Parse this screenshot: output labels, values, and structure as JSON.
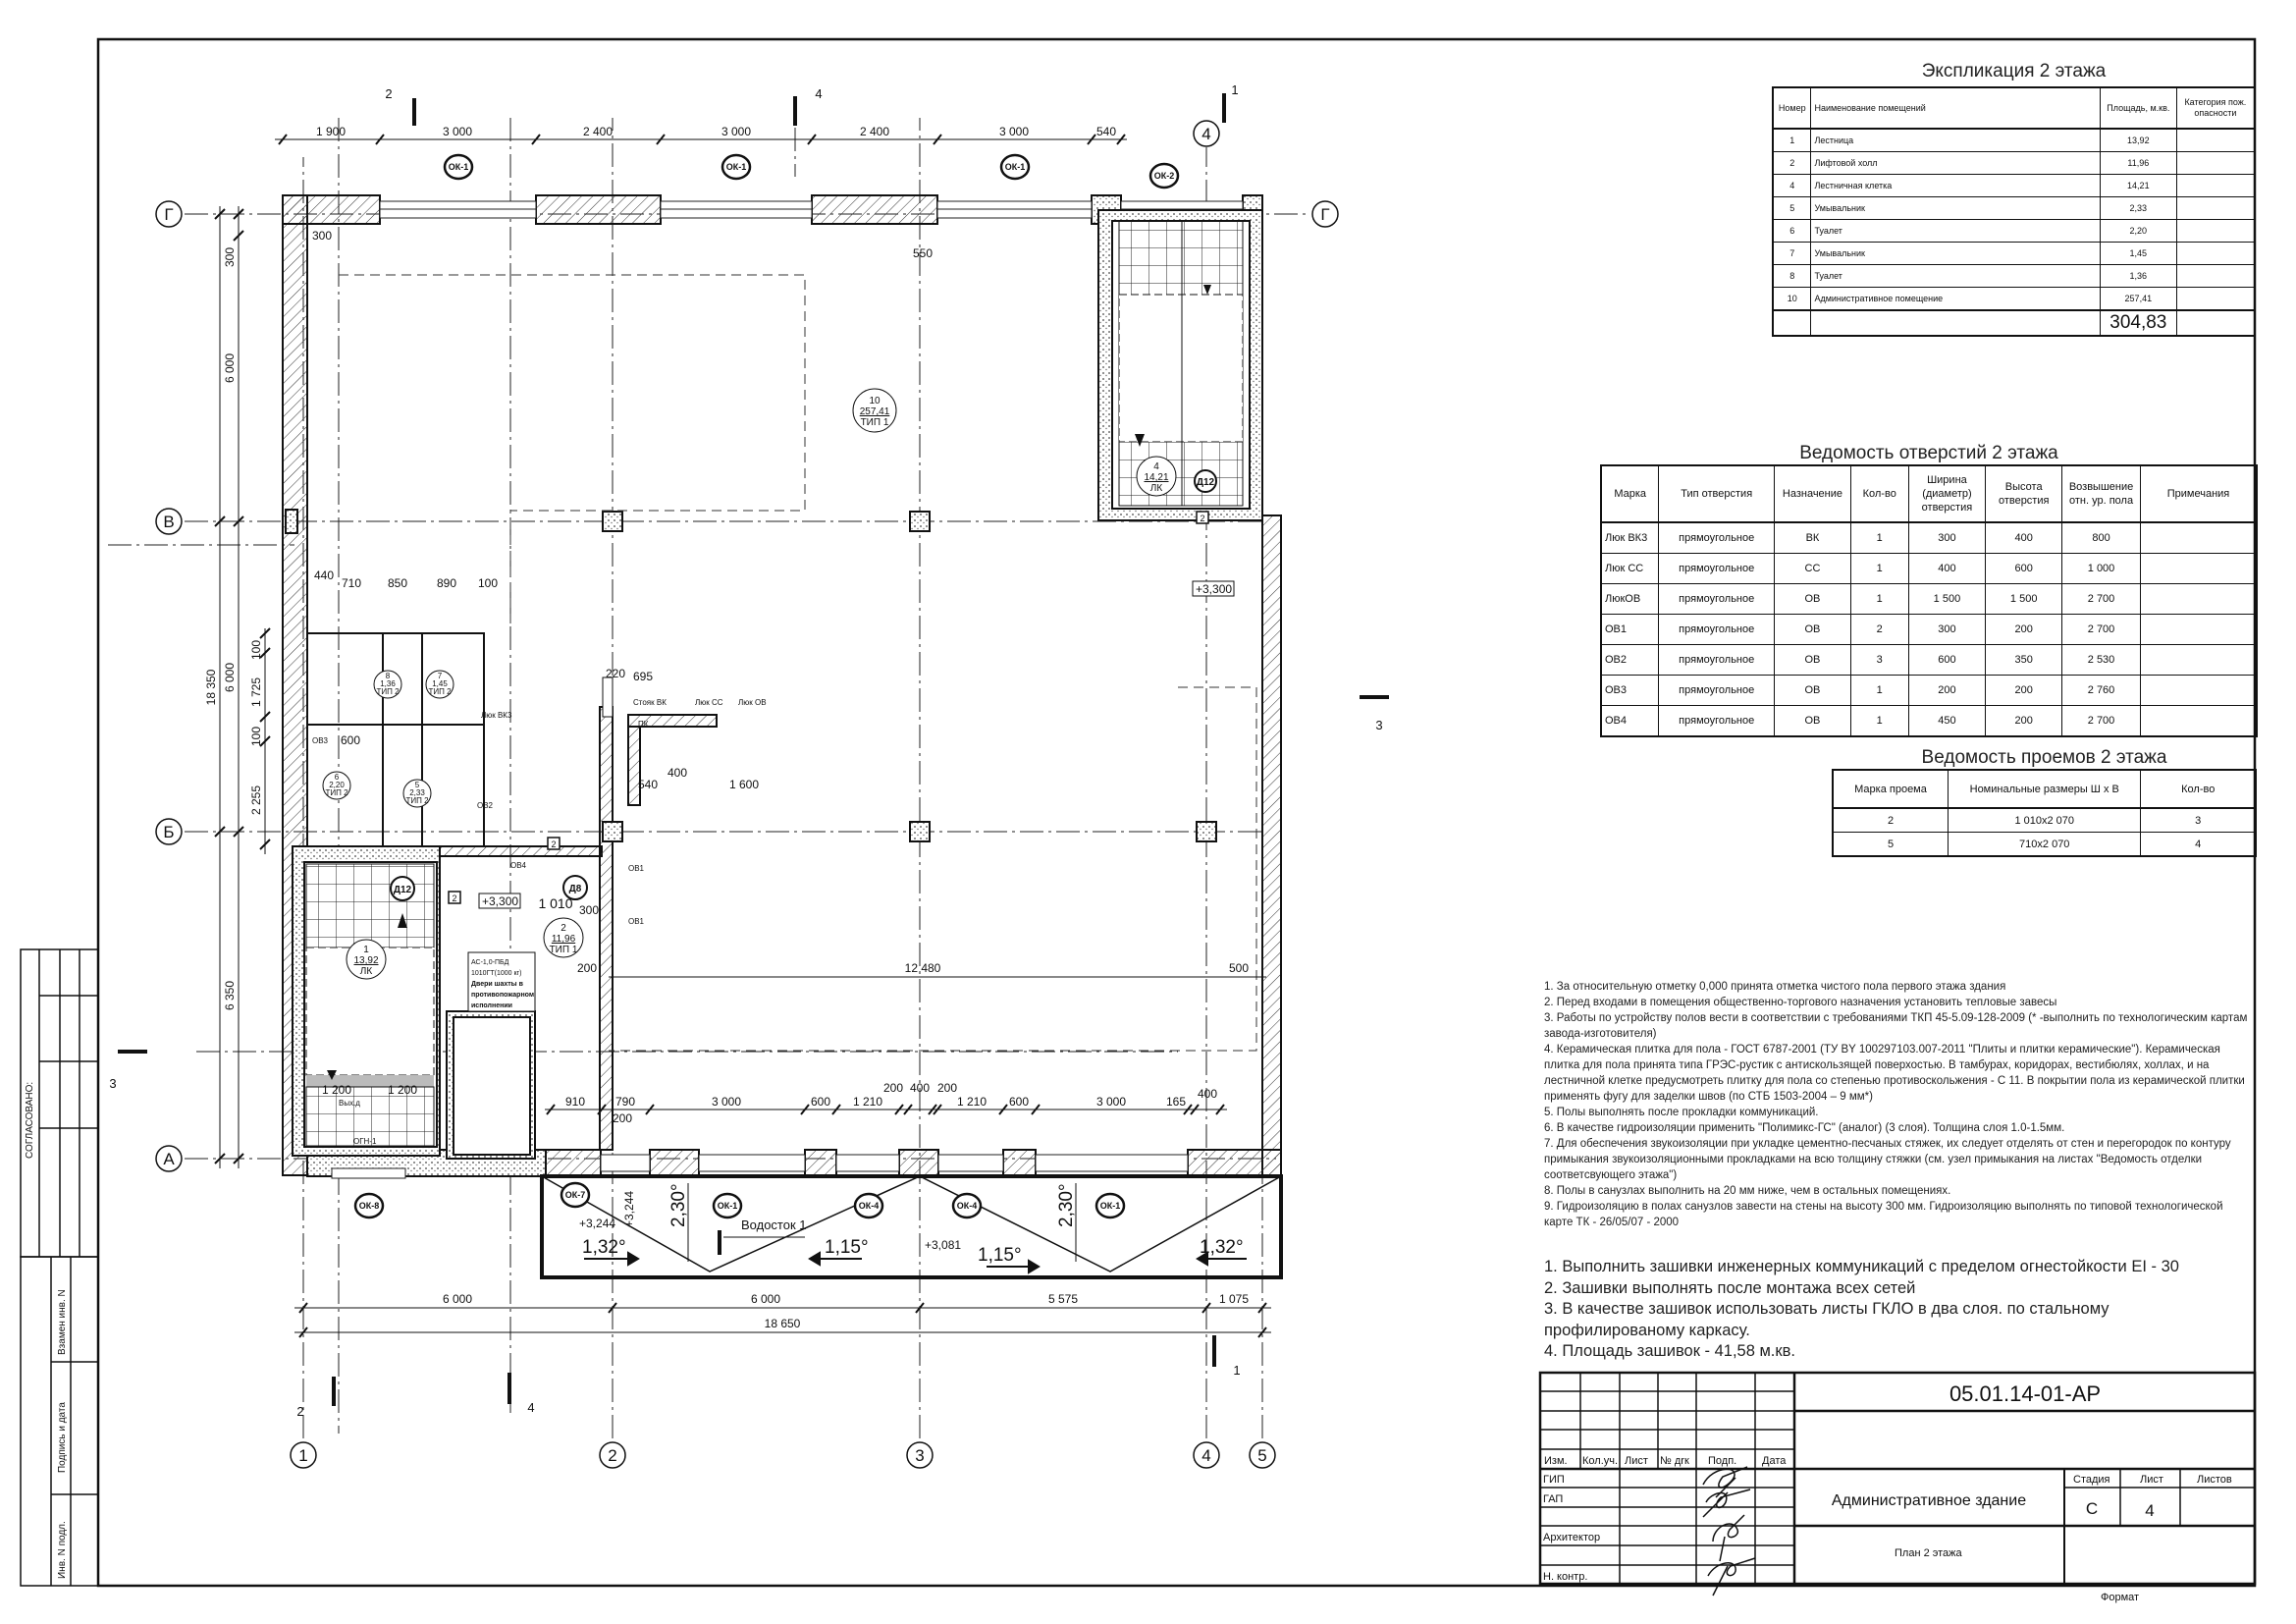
{
  "explication": {
    "title": "Экспликация 2  этажа",
    "headers": [
      "Номер",
      "Наименование помещений",
      "Площадь, м.кв.",
      "Категория пож. опасности"
    ],
    "rows": [
      [
        "1",
        "Лестница",
        "13,92",
        ""
      ],
      [
        "2",
        "Лифтовой холл",
        "11,96",
        ""
      ],
      [
        "4",
        "Лестничная клетка",
        "14,21",
        ""
      ],
      [
        "5",
        "Умывальник",
        "2,33",
        ""
      ],
      [
        "6",
        "Туалет",
        "2,20",
        ""
      ],
      [
        "7",
        "Умывальник",
        "1,45",
        ""
      ],
      [
        "8",
        "Туалет",
        "1,36",
        ""
      ],
      [
        "10",
        "Административное помещение",
        "257,41",
        ""
      ]
    ],
    "total": "304,83"
  },
  "openings": {
    "title": "Ведомость отверстий 2 этажа",
    "headers": [
      "Марка",
      "Тип отверстия",
      "Назначение",
      "Кол-во",
      "Ширина (диаметр) отверстия",
      "Высота отверстия",
      "Возвышение отн. ур. пола",
      "Примечания"
    ],
    "rows": [
      [
        "Люк ВК3",
        "прямоугольное",
        "ВК",
        "1",
        "300",
        "400",
        "800",
        ""
      ],
      [
        "Люк СС",
        "прямоугольное",
        "СС",
        "1",
        "400",
        "600",
        "1 000",
        ""
      ],
      [
        "ЛюкОВ",
        "прямоугольное",
        "ОВ",
        "1",
        "1 500",
        "1 500",
        "2 700",
        ""
      ],
      [
        "ОВ1",
        "прямоугольное",
        "ОВ",
        "2",
        "300",
        "200",
        "2 700",
        ""
      ],
      [
        "ОВ2",
        "прямоугольное",
        "ОВ",
        "3",
        "600",
        "350",
        "2 530",
        ""
      ],
      [
        "ОВ3",
        "прямоугольное",
        "ОВ",
        "1",
        "200",
        "200",
        "2 760",
        ""
      ],
      [
        "ОВ4",
        "прямоугольное",
        "ОВ",
        "1",
        "450",
        "200",
        "2 700",
        ""
      ]
    ]
  },
  "doors": {
    "title": "Ведомость проемов 2 этажа",
    "headers": [
      "Марка проема",
      "Номинальные размеры  Ш х В",
      "Кол-во"
    ],
    "rows": [
      [
        "2",
        "1 010х2 070",
        "3"
      ],
      [
        "5",
        "710х2 070",
        "4"
      ]
    ]
  },
  "notes": [
    "1.   За относительную отметку  0,000 принята отметка чистого пола первого этажа здания",
    "2. Перед входами в помещения общественно-торгового назначения установить тепловые завесы",
    "3. Работы по устройству полов вести в соответствии с требованиями ТКП 45-5.09-128-2009  (* -выполнить по технологическим картам завода-изготовителя)",
    "4. Керамическая плитка для пола - ГОСТ 6787-2001 (ТУ BY 100297103.007-2011 \"Плиты и плитки керамические\"). Керамическая плитка для пола принята типа ГРЭС-рустик с антискользящей поверхостью. В тамбурах, коридорах, вестибюлях, холлах, и на лестничной клетке предусмотреть плитку для пола со степенью противоскольжения - С 11. В покрытии пола из керамической плитки применять фугу для заделки швов (по СТБ 1503-2004 – 9 мм*)",
    "5. Полы выполнять после прокладки коммуникаций.",
    "6. В качестве гидроизоляции применить \"Полимикс-ГС\" (аналог) (3 слоя). Толщина слоя 1.0-1.5мм.",
    "7. Для обеспечения звукоизоляции при укладке цементно-песчаных стяжек, их следует отделять от стен и перегородок по контуру примыкания  звукоизоляционными прокладками на всю толщину стяжки  (см. узел примыкания на листах \"Ведомость отделки соответсвующего этажа\")",
    "8. Полы в санузлах  выполнить на 20 мм ниже, чем в остальных помещениях.",
    "9. Гидроизоляцию в полах санузлов завести на стены на высоту 300 мм.  Гидроизоляцию выполнять по типовой технологической карте ТК - 26/05/07 - 2000"
  ],
  "notes2": [
    "1. Выполнить зашивки инженерных коммуникаций с пределом огнестойкости  EI - 30",
    "2. Зашивки выполнять после монтажа всех сетей",
    "3. В качестве зашивок использовать листы ГКЛО в два слоя. по стальному профилированому каркасу.",
    "4. Площадь зашивок - 41,58 м.кв."
  ],
  "title_block": {
    "code": "05.01.14-01-АР",
    "building": "Административное здание",
    "sheet_name": "План 2 этажа",
    "col_headers": [
      "Изм.",
      "Кол.уч.",
      "Лист",
      "№ дrк",
      "Подп.",
      "Дата"
    ],
    "roles": [
      "ГИП",
      "ГАП",
      "Архитектор",
      "Н. контр."
    ],
    "stage_label": "Стадия",
    "sheet_label": "Лист",
    "sheets_label": "Листов",
    "stage": "С",
    "sheet": "4",
    "sheets": "",
    "format_label": "Формат"
  },
  "side_stamp": {
    "agreed": "СОГЛАСОВАНО:",
    "replace_inv": "Взамен инв. N",
    "sign_date": "Подпись и дата",
    "inv_orig": "Инв. N подл."
  },
  "plan": {
    "axes_vertical": [
      "1",
      "2",
      "3",
      "4",
      "5"
    ],
    "axes_horizontal": [
      "А",
      "Б",
      "В",
      "Г"
    ],
    "top_dims": [
      "1 900",
      "3 000",
      "2 400",
      "3 000",
      "2 400",
      "3 000",
      "540"
    ],
    "left_dims": {
      "d300": "300",
      "d6000a": "6 000",
      "d6000b": "6 000",
      "d6350": "6 350",
      "total": "18 350",
      "s100a": "100",
      "s1725": "1 725",
      "s100b": "100",
      "s2255": "2 255"
    },
    "bottom_dims": [
      "910",
      "790",
      "3 000",
      "600",
      "1 210",
      "200",
      "400",
      "200",
      "1 210",
      "600",
      "3 000",
      "165",
      "400"
    ],
    "axis_dims": [
      "6 000",
      "6 000",
      "5 575",
      "1 075"
    ],
    "axis_total": "18 650",
    "inner_dims": {
      "d12480": "12 480",
      "d500": "500",
      "d200a": "200",
      "d200b": "200",
      "d1010": "1 010",
      "d300": "300",
      "d550": "550",
      "d300b": "300",
      "d440": "440",
      "d710": "710",
      "d850": "850",
      "d890": "890",
      "d100": "100",
      "d600": "600",
      "d1600": "1 600",
      "d540": "540",
      "d400": "400",
      "d695": "695",
      "d220": "220",
      "d1200a": "1 200",
      "d1200b": "1 200"
    },
    "section_marks": {
      "s1": "1",
      "s2": "2",
      "s3": "3",
      "s4": "4"
    },
    "windows": {
      "ok1": "ОК-1",
      "ok2": "ОК-2",
      "ok4": "ОК-4",
      "ok7": "ОК-7",
      "ok8": "ОК-8"
    },
    "rooms": [
      {
        "num": "10",
        "area": "257,41",
        "type": "ТИП 1"
      },
      {
        "num": "4",
        "area": "14,21",
        "type": "ЛК"
      },
      {
        "num": "1",
        "area": "13,92",
        "type": "ЛК"
      },
      {
        "num": "2",
        "area": "11,96",
        "type": "ТИП 1"
      },
      {
        "num": "5",
        "area": "2,33",
        "type": "ТИП 2"
      },
      {
        "num": "6",
        "area": "2,20",
        "type": "ТИП 2"
      },
      {
        "num": "7",
        "area": "1,45",
        "type": "ТИП 2"
      },
      {
        "num": "8",
        "area": "1,36",
        "type": "ТИП 2"
      }
    ],
    "levels": {
      "main": "+3,300",
      "roof_a": "+3,244",
      "roof_b": "+3,081"
    },
    "slopes": {
      "a": "1,32°",
      "b": "1,15°",
      "c": "2,30°"
    },
    "drain": "Водосток 1",
    "door_marks": {
      "d12": "Д12",
      "d8": "Д8",
      "d2": "2"
    },
    "openings_marks": {
      "ob1": "ОВ1",
      "ob2": "ОВ2",
      "ob3": "ОВ3",
      "ob4": "ОВ4",
      "vk3": "Люк ВК3",
      "stoyak": "Стояк ВК",
      "cc": "Люк СС",
      "ov": "Люк ОВ",
      "pk": "ПК",
      "ogn": "ОГН-1",
      "vyh": "Вых.д"
    },
    "elevator_note": [
      "АС-1,0-ПБД",
      "1010ГТ(1000 кг)",
      "Двери шахты в",
      "противопожарном",
      "исполнении"
    ]
  }
}
